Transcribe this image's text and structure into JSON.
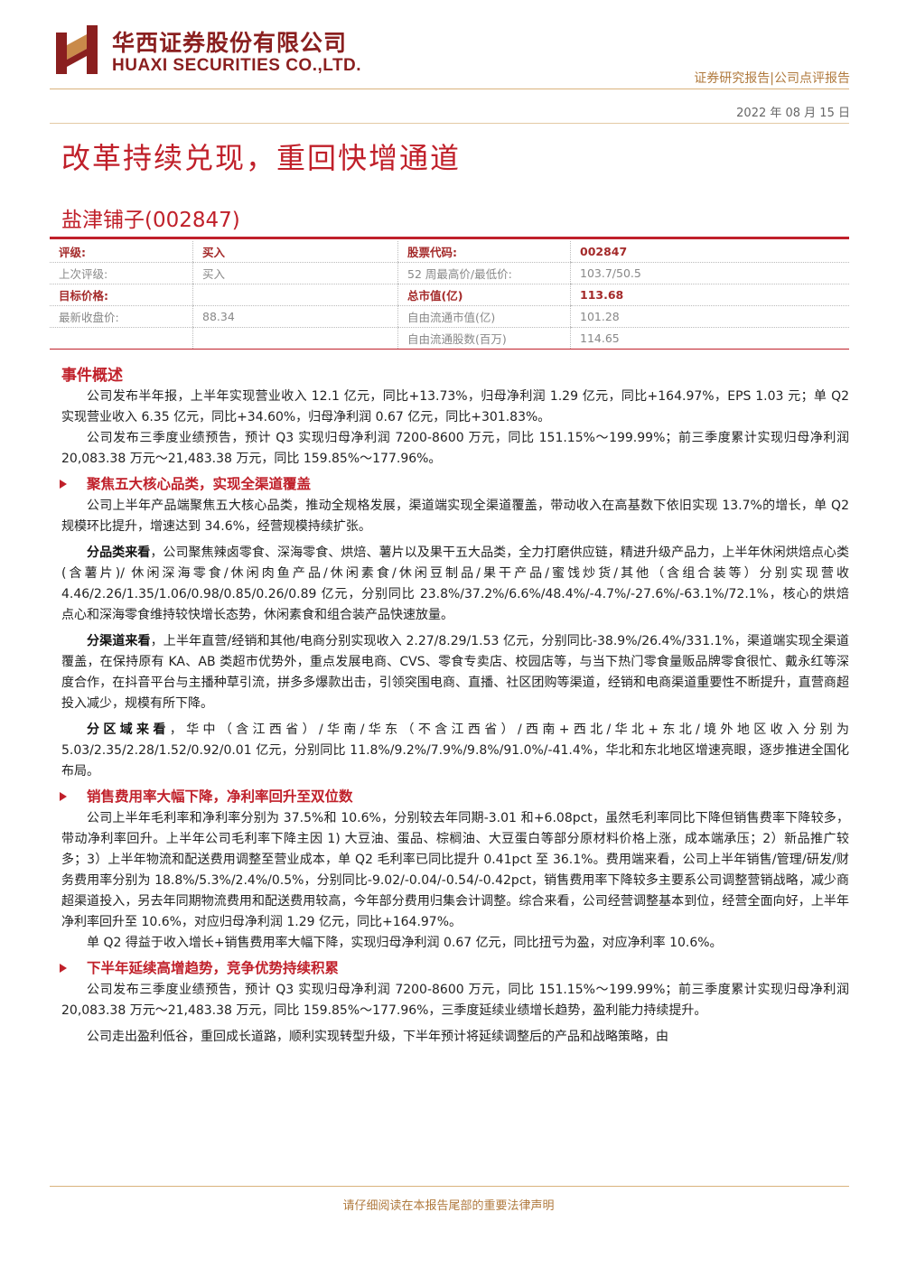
{
  "header": {
    "company_cn": "华西证券股份有限公司",
    "company_en": "HUAXI SECURITIES CO.,LTD.",
    "report_type": "证券研究报告|公司点评报告",
    "date": "2022 年 08 月 15 日"
  },
  "title": "改革持续兑现，重回快增通道",
  "stock_name": "盐津铺子(002847)",
  "info_table": [
    [
      "评级:",
      "买入",
      "股票代码:",
      "002847"
    ],
    [
      "上次评级:",
      "买入",
      "52 周最高价/最低价:",
      "103.7/50.5"
    ],
    [
      "目标价格:",
      "",
      "总市值(亿)",
      "113.68"
    ],
    [
      "最新收盘价:",
      "88.34",
      "自由流通市值(亿)",
      "101.28"
    ],
    [
      "",
      "",
      "自由流通股数(百万)",
      "114.65"
    ]
  ],
  "section_event": {
    "heading": "事件概述",
    "p1": "公司发布半年报，上半年实现营业收入 12.1 亿元，同比+13.73%，归母净利润 1.29 亿元，同比+164.97%，EPS 1.03 元；单 Q2 实现营业收入 6.35 亿元，同比+34.60%，归母净利润 0.67 亿元，同比+301.83%。",
    "p2": "公司发布三季度业绩预告，预计 Q3 实现归母净利润 7200-8600 万元，同比 151.15%～199.99%；前三季度累计实现归母净利润 20,083.38 万元～21,483.38 万元，同比 159.85%～177.96%。"
  },
  "section_focus": {
    "heading": "聚焦五大核心品类，实现全渠道覆盖",
    "p1": "公司上半年产品端聚焦五大核心品类，推动全规格发展，渠道端实现全渠道覆盖，带动收入在高基数下依旧实现 13.7%的增长，单 Q2 规模环比提升，增速达到 34.6%，经营规模持续扩张。",
    "p2_key": "分品类来看",
    "p2": "，公司聚焦辣卤零食、深海零食、烘焙、薯片以及果干五大品类，全力打磨供应链，精进升级产品力，上半年休闲烘焙点心类(含薯片)/ 休闲深海零食/休闲肉鱼产品/休闲素食/休闲豆制品/果干产品/蜜饯炒货/其他（含组合装等）分别实现营收 4.46/2.26/1.35/1.06/0.98/0.85/0.26/0.89 亿元，分别同比 23.8%/37.2%/6.6%/48.4%/-4.7%/-27.6%/-63.1%/72.1%，核心的烘焙点心和深海零食维持较快增长态势，休闲素食和组合装产品快速放量。",
    "p3_key": "分渠道来看",
    "p3": "，上半年直营/经销和其他/电商分别实现收入 2.27/8.29/1.53 亿元，分别同比-38.9%/26.4%/331.1%，渠道端实现全渠道覆盖，在保持原有 KA、AB 类超市优势外，重点发展电商、CVS、零食专卖店、校园店等，与当下热门零食量贩品牌零食很忙、戴永红等深度合作，在抖音平台与主播种草引流，拼多多爆款出击，引领突围电商、直播、社区团购等渠道，经销和电商渠道重要性不断提升，直营商超投入减少，规模有所下降。",
    "p4_key": "分区域来看",
    "p4": "，华中（含江西省）/华南/华东（不含江西省）/西南+西北/华北+东北/境外地区收入分别为 5.03/2.35/2.28/1.52/0.92/0.01 亿元，分别同比 11.8%/9.2%/7.9%/9.8%/91.0%/-41.4%，华北和东北地区增速亮眼，逐步推进全国化布局。"
  },
  "section_margin": {
    "heading": "销售费用率大幅下降，净利率回升至双位数",
    "p1": "公司上半年毛利率和净利率分别为 37.5%和 10.6%，分别较去年同期-3.01 和+6.08pct，虽然毛利率同比下降但销售费率下降较多，带动净利率回升。上半年公司毛利率下降主因 1) 大豆油、蛋品、棕榈油、大豆蛋白等部分原材料价格上涨，成本端承压；2）新品推广较多；3）上半年物流和配送费用调整至营业成本，单 Q2 毛利率已同比提升 0.41pct 至 36.1%。费用端来看，公司上半年销售/管理/研发/财务费用率分别为 18.8%/5.3%/2.4%/0.5%，分别同比-9.02/-0.04/-0.54/-0.42pct，销售费用率下降较多主要系公司调整营销战略，减少商超渠道投入，另去年同期物流费用和配送费用较高，今年部分费用归集会计调整。综合来看，公司经营调整基本到位，经营全面向好，上半年净利率回升至 10.6%，对应归母净利润 1.29 亿元，同比+164.97%。",
    "p2": "单 Q2 得益于收入增长+销售费用率大幅下降，实现归母净利润 0.67 亿元，同比扭亏为盈，对应净利率 10.6%。"
  },
  "section_outlook": {
    "heading": "下半年延续高增趋势，竞争优势持续积累",
    "p1": "公司发布三季度业绩预告，预计 Q3 实现归母净利润 7200-8600 万元，同比 151.15%～199.99%；前三季度累计实现归母净利润 20,083.38 万元～21,483.38 万元，同比 159.85%～177.96%，三季度延续业绩增长趋势，盈利能力持续提升。",
    "p2": "公司走出盈利低谷，重回成长道路，顺利实现转型升级，下半年预计将延续调整后的产品和战略策略，由"
  },
  "footer": "请仔细阅读在本报告尾部的重要法律声明",
  "colors": {
    "brand_red": "#c0202a",
    "logo_dark_red": "#8a1f1f",
    "gold": "#b07a3e"
  },
  "icons": {
    "logo": "huaxi-logo-icon",
    "bullet": "triangle-bullet-icon"
  }
}
